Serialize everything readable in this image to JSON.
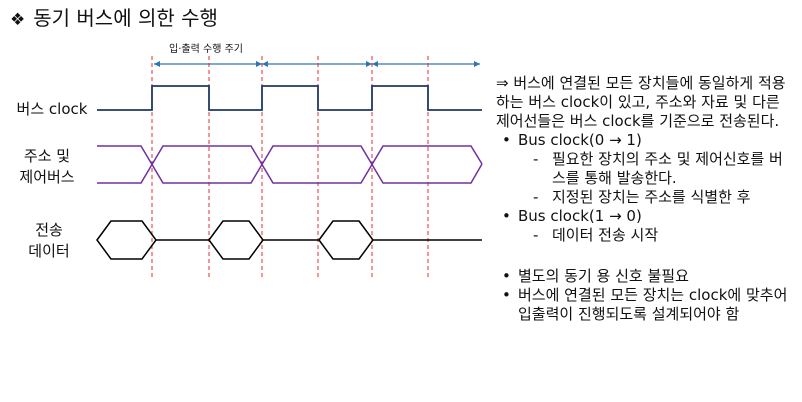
{
  "title": {
    "bullet": "❖",
    "text": "동기 버스에 의한 수행"
  },
  "cycle_label": "입·출력 수행 주기",
  "signals": {
    "bus_clock": "버스 clock",
    "addr_ctrl_line1": "주소 및",
    "addr_ctrl_line2": "제어버스",
    "data_line1": "전송",
    "data_line2": "데이터"
  },
  "description": {
    "intro": "⇒ 버스에 연결된 모든 장치들에 동일하게 적용하는 버스 clock이 있고, 주소와 자료 및 다른 제어선들은 버스 clock를 기준으로 전송된다.",
    "items": [
      {
        "text": "Bus clock(0 → 1)",
        "level": 1
      },
      {
        "text": "필요한 장치의 주소 및 제어신호를 버스를 통해 발송한다.",
        "level": 2
      },
      {
        "text": "지정된 장치는 주소를 식별한 후",
        "level": 2
      },
      {
        "text": "Bus clock(1 → 0)",
        "level": 1
      },
      {
        "text": "데이터 전송 시작",
        "level": 2
      }
    ],
    "items2": [
      {
        "text": "별도의 동기 용 신호 불필요",
        "level": 1
      },
      {
        "text": "버스에 연결된 모든 장치는 clock에 맞추어 입출력이 진행되도록 설계되어야 함",
        "level": 1
      }
    ]
  },
  "colors": {
    "clock": "#1f3864",
    "address_bus": "#7030a0",
    "data_bus": "#000000",
    "guide_lines": "#e03030",
    "cycle_arrow": "#2e75b6"
  }
}
